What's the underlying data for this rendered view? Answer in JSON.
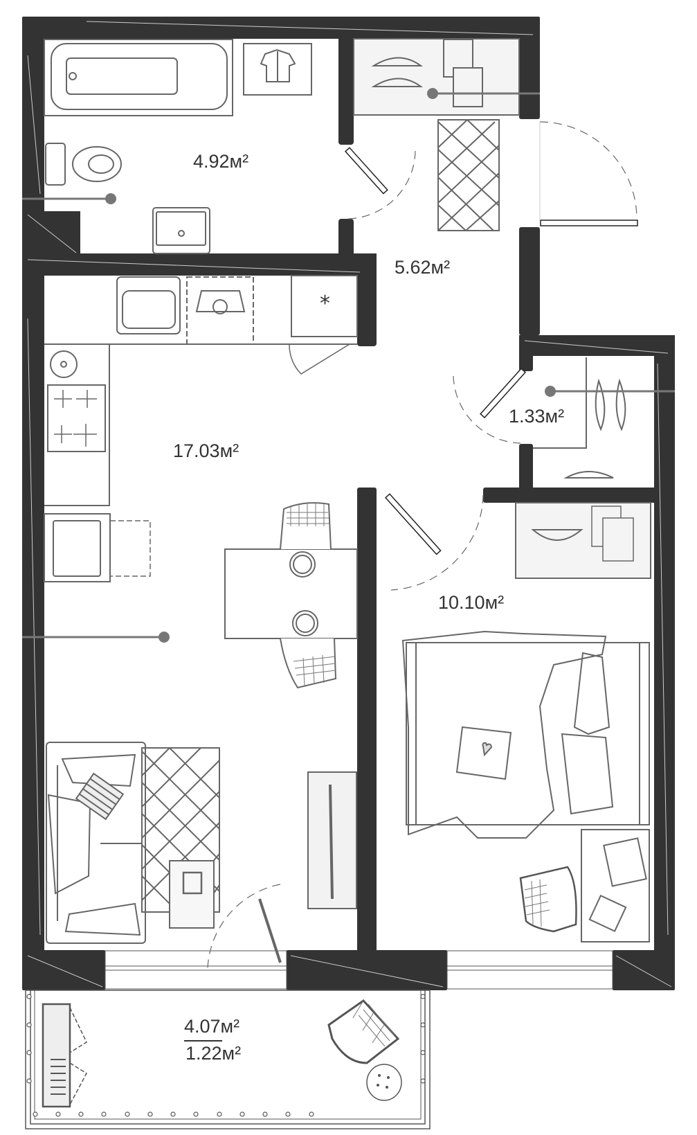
{
  "plan": {
    "type": "apartment floor plan",
    "wall_color": "#333333",
    "line_color": "#666666",
    "marker_color": "#777777",
    "fill_light": "#f4f4f4"
  },
  "rooms": [
    {
      "id": "bathroom",
      "name": "Bathroom",
      "area": "4.92м²"
    },
    {
      "id": "hallway",
      "name": "Hallway",
      "area": "5.62м²"
    },
    {
      "id": "kitchen-living",
      "name": "Kitchen-living room",
      "area": "17.03м²"
    },
    {
      "id": "closet",
      "name": "Closet",
      "area": "1.33м²"
    },
    {
      "id": "bedroom",
      "name": "Bedroom",
      "area": "10.10м²"
    },
    {
      "id": "balcony",
      "name": "Balcony",
      "area": "4.07м²",
      "area_reduced": "1.22м²"
    }
  ],
  "furniture": [
    "bathtub",
    "washing-machine",
    "toilet",
    "bathroom-sink",
    "wardrobe-hangers",
    "wardrobe-shirts",
    "entry-rug",
    "kitchen-sink",
    "dishwasher",
    "fridge",
    "kettle",
    "cooktop",
    "oven",
    "dining-table",
    "dining-chairs",
    "sofa",
    "living-rug",
    "coffee-table",
    "tv-unit",
    "closet-hangers",
    "bedroom-wardrobe",
    "double-bed",
    "heart-pillow",
    "desk",
    "laptop",
    "office-chair",
    "balcony-shelf",
    "books",
    "balcony-chair",
    "pouf"
  ]
}
